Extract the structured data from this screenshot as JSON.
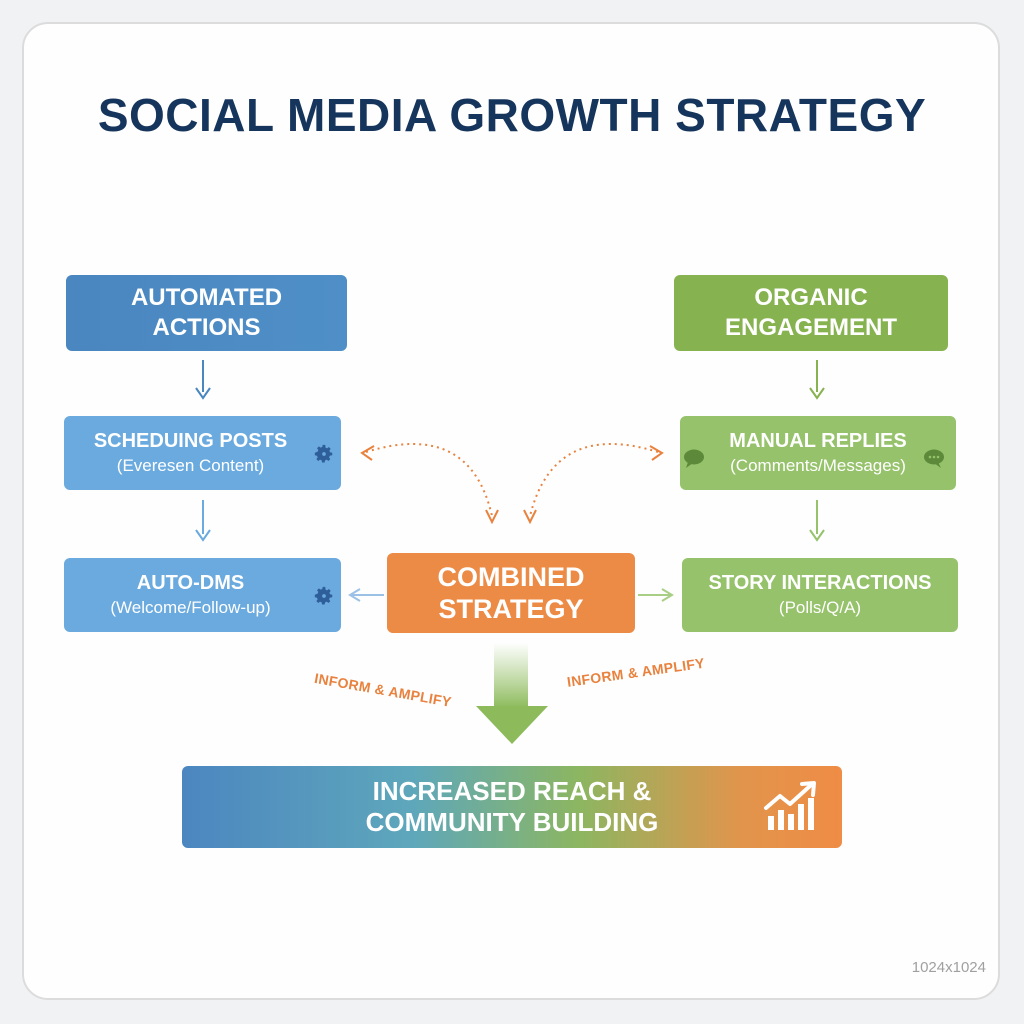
{
  "title": "SOCIAL MEDIA GROWTH STRATEGY",
  "left_header": {
    "line1": "AUTOMATED",
    "line2": "ACTIONS"
  },
  "right_header": {
    "line1": "ORGANIC",
    "line2": "ENGAGEMENT"
  },
  "scheduling": {
    "title": "SCHEDUING POSTS",
    "sub": "(Everesen Content)"
  },
  "auto_dms": {
    "title": "AUTO-DMS",
    "sub": "(Welcome/Follow-up)"
  },
  "manual_replies": {
    "title": "MANUAL REPLIES",
    "sub": "(Comments/Messages)"
  },
  "story": {
    "title": "STORY INTERACTIONS",
    "sub": "(Polls/Q/A)"
  },
  "combined": {
    "line1": "COMBINED",
    "line2": "STRATEGY"
  },
  "inform_left": "INFORM & AMPLIFY",
  "inform_right": "INFORM & AMPLIFY",
  "result": {
    "line1": "INCREASED REACH &",
    "line2": "COMMUNITY BUILDING"
  },
  "dimensions": "1024x1024",
  "colors": {
    "title": "#16355c",
    "blue_dark": "#4a86c0",
    "blue_light": "#6aaadf",
    "green_dark": "#86b250",
    "green_light": "#95c26a",
    "orange": "#ec8b45"
  },
  "icons": [
    "gear-icon",
    "chat-bubble-icon",
    "growth-chart-icon"
  ]
}
